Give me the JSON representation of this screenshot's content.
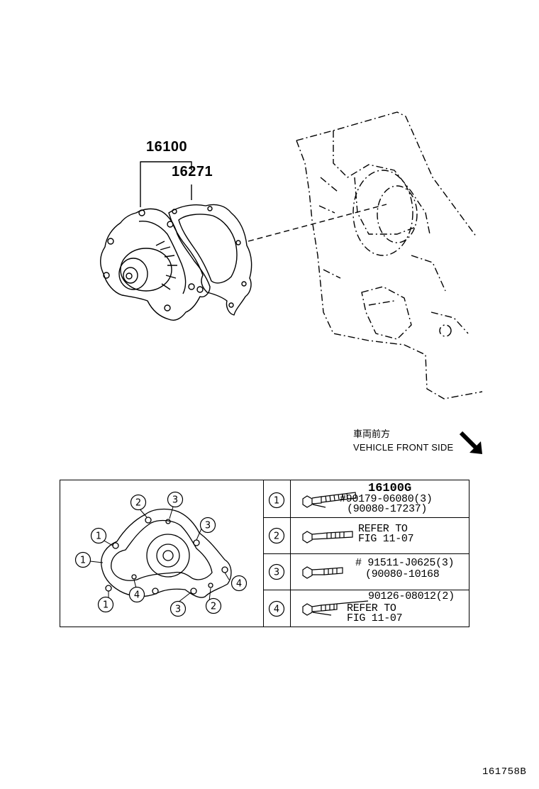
{
  "callouts": {
    "assembly": "16100",
    "gasket": "16271"
  },
  "direction": {
    "jp_label": "車両前方",
    "en_label": "VEHICLE FRONT SIDE"
  },
  "bolt_map_markers": [
    "1",
    "2",
    "3",
    "4"
  ],
  "bolt_table": [
    {
      "marker": "1",
      "lines": [
        "16100G",
        "#90179-06080(3)",
        "(90080-17237)"
      ]
    },
    {
      "marker": "2",
      "lines": [
        "REFER TO",
        "FIG 11-07"
      ]
    },
    {
      "marker": "3",
      "lines": [
        "# 91511-J0625(3)",
        "(90080-10168"
      ]
    },
    {
      "marker": "4",
      "lines": [
        "90126-08012(2)",
        "REFER TO",
        "FIG 11-07"
      ]
    }
  ],
  "illustration_code": "161758B"
}
